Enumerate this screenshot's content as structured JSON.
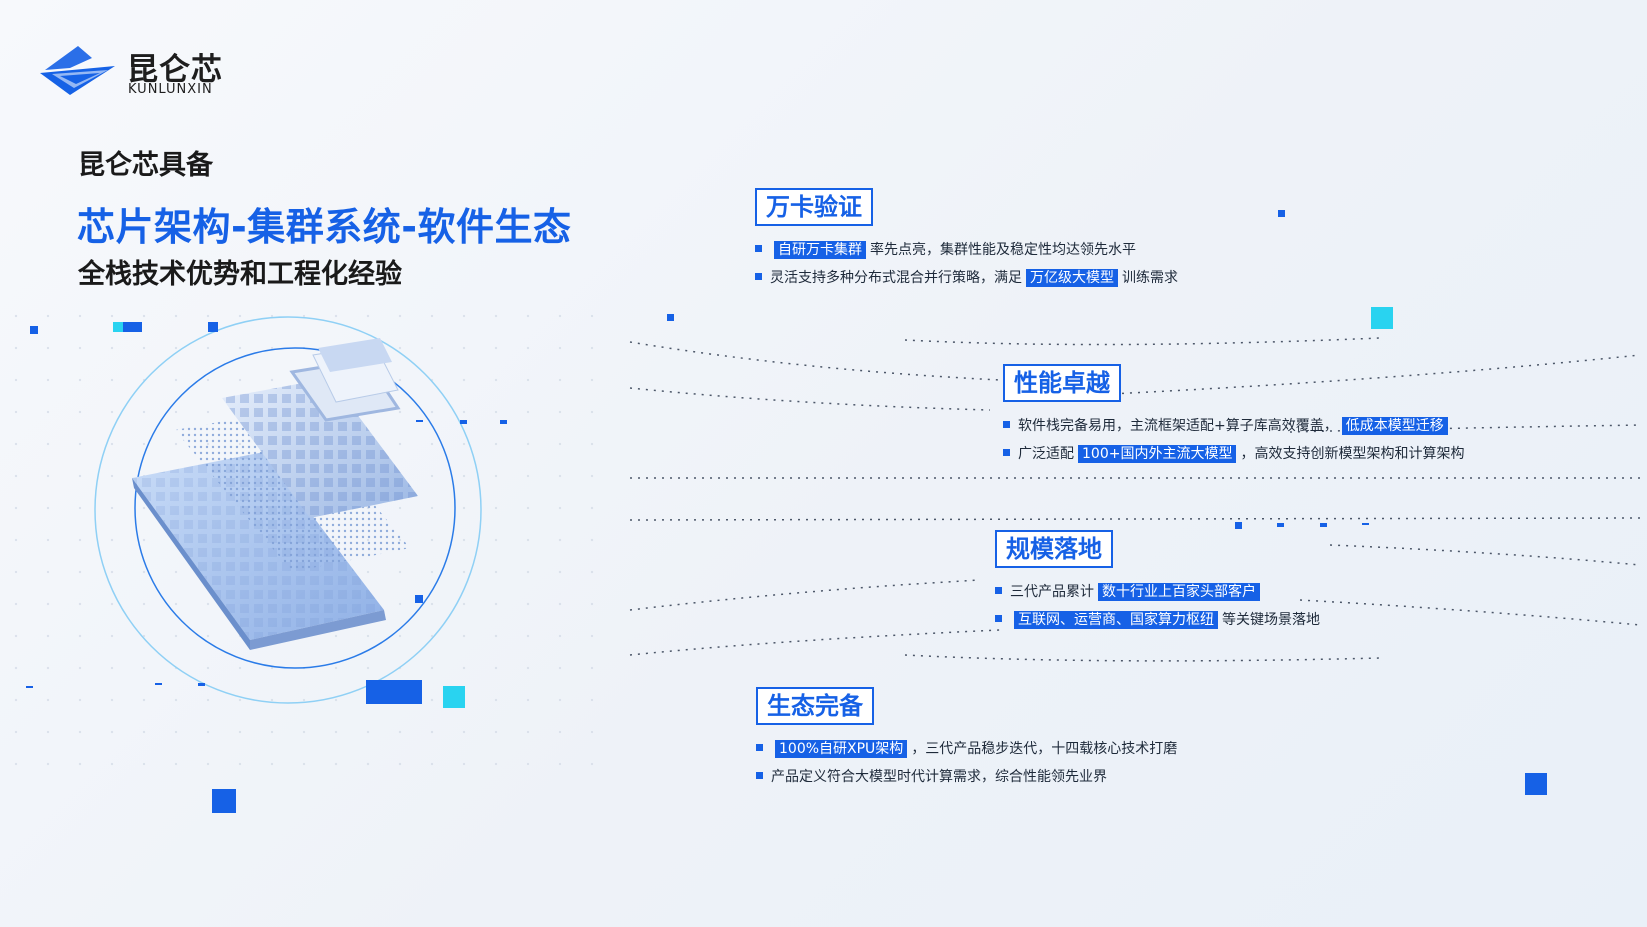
{
  "brand": {
    "name_cn": "昆仑芯",
    "name_en": "KUNLUNXIN"
  },
  "headline": {
    "intro": "昆仑芯具备",
    "main": "芯片架构-集群系统-软件生态",
    "sub": "全栈技术优势和工程化经验"
  },
  "sections": [
    {
      "title": "万卡验证",
      "bullets": [
        {
          "pre": "",
          "hl": "自研万卡集群",
          "post": "率先点亮，集群性能及稳定性均达领先水平"
        },
        {
          "pre": "灵活支持多种分布式混合并行策略，满足",
          "hl": "万亿级大模型",
          "post": "训练需求"
        }
      ]
    },
    {
      "title": "性能卓越",
      "bullets": [
        {
          "pre": "软件栈完备易用，主流框架适配+算子库高效覆盖，",
          "hl": "低成本模型迁移",
          "post": ""
        },
        {
          "pre": "广泛适配",
          "hl": "100+国内外主流大模型",
          "post": "，高效支持创新模型架构和计算架构"
        }
      ]
    },
    {
      "title": "规模落地",
      "bullets": [
        {
          "pre": "三代产品累计",
          "hl": "数十行业上百家头部客户",
          "post": ""
        },
        {
          "pre": "",
          "hl": "互联网、运营商、国家算力枢纽",
          "post": "等关键场景落地"
        }
      ]
    },
    {
      "title": "生态完备",
      "bullets": [
        {
          "pre": "",
          "hl": "100%自研XPU架构",
          "post": "，三代产品稳步迭代，十四载核心技术打磨"
        },
        {
          "pre": "产品定义符合大模型时代计算需求，综合性能领先业界",
          "hl": "",
          "post": ""
        }
      ]
    }
  ],
  "colors": {
    "accent": "#1661e6",
    "cyan": "#29d3f0",
    "text": "#1e2a3a"
  }
}
